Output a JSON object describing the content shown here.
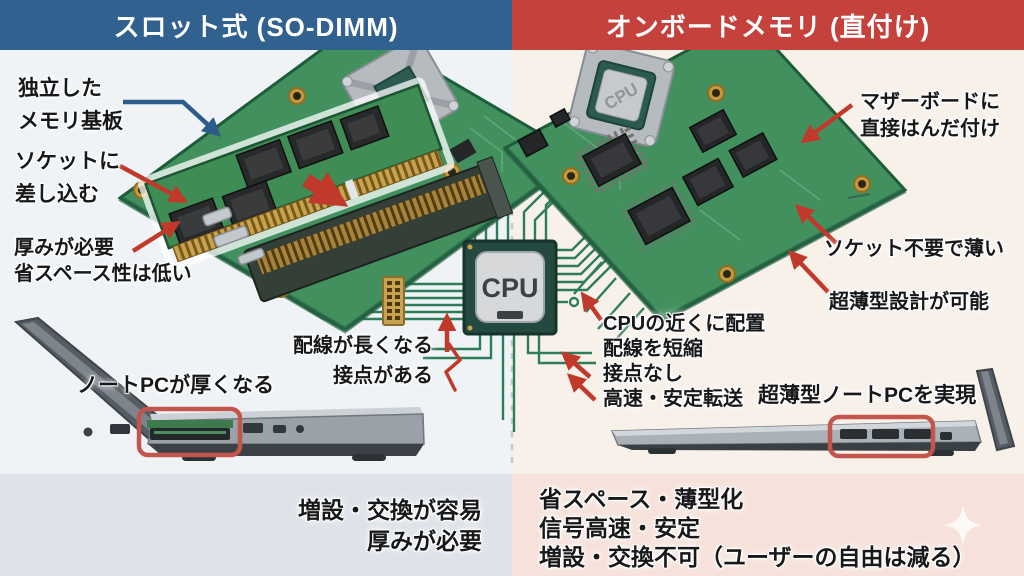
{
  "headers": {
    "left": "スロット式 (SO-DIMM)",
    "right": "オンボードメモリ (直付け)"
  },
  "left_panel": {
    "annotation_independent_board": "独立した\nメモリ基板",
    "annotation_socket_insert": "ソケットに\n差し込む",
    "annotation_thickness": "厚みが必要\n省スペース性は低い",
    "annotation_wiring": "配線が長くなる\n接点がある",
    "annotation_laptop": "ノートPCが厚くなる",
    "summary": "増設・交換が容易\n厚みが必要"
  },
  "right_panel": {
    "annotation_soldered": "マザーボードに\n直接はんだ付け",
    "annotation_no_socket": "ソケット不要で薄い",
    "annotation_thin_design": "超薄型設計が可能",
    "annotation_cpu_benefits": "CPUの近くに配置\n配線を短縮\n接点なし\n高速・安定転送",
    "annotation_laptop": "超薄型ノートPCを実現",
    "summary": "省スペース・薄型化\n信号高速・安定\n増設・交換不可（ユーザーの自由は減る）"
  },
  "center": {
    "cpu_label": "CPU",
    "board_cpu_label": "CPU"
  },
  "colors": {
    "header_blue": "#30618f",
    "header_red": "#c5413b",
    "accent_red": "#c0392b",
    "accent_blue": "#2b5c8a",
    "pcb_green": "#43905f",
    "trace_green": "#2e7d5a",
    "left_bg": "#eff3f6",
    "right_bg": "#f8f1ea",
    "left_footer_bg": "#dee3e9",
    "right_footer_bg": "#f6e2da"
  }
}
